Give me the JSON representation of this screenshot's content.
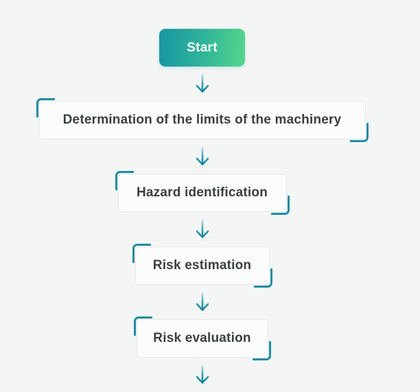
{
  "page": {
    "background_color": "#f4f5f5"
  },
  "flowchart": {
    "start": {
      "label": "Start"
    },
    "steps": [
      {
        "label": "Determination of the limits of the machinery"
      },
      {
        "label": "Hazard identification"
      },
      {
        "label": "Risk estimation"
      },
      {
        "label": "Risk evaluation"
      }
    ],
    "connector_icon": "arrow-down-icon",
    "colors": {
      "start_gradient_from": "#1795a2",
      "start_gradient_to": "#55d68b",
      "start_text": "#ffffff",
      "step_text": "#3a3f43",
      "step_background": "#fbfcfc",
      "step_border": "#e2e8e8",
      "corner_bracket": "#1d8ca0",
      "arrow": "#1b8da2"
    }
  }
}
